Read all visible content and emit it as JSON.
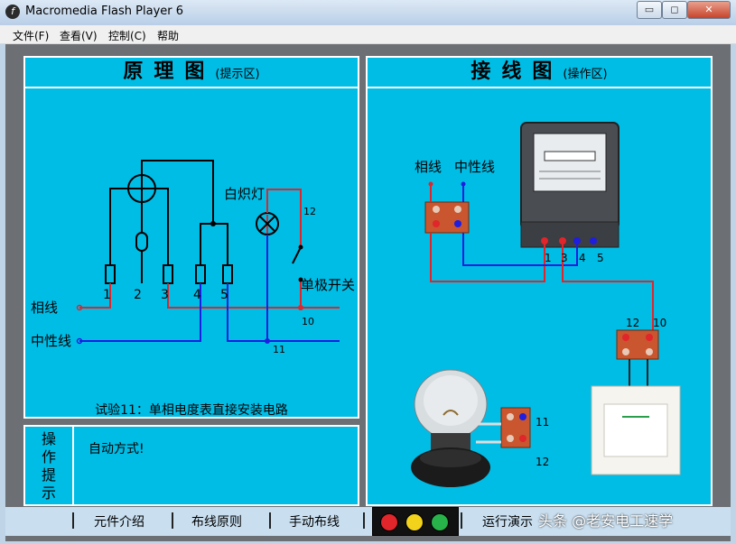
{
  "window": {
    "title": "Macromedia Flash Player 6",
    "minimize": "▭",
    "maximize": "◻",
    "close": "✕"
  },
  "menu": {
    "items": [
      "文件(F)",
      "查看(V)",
      "控制(C)",
      "帮助"
    ]
  },
  "left_panel": {
    "title": "原理图",
    "subtitle": "(提示区)",
    "labels": {
      "phase": "相线",
      "neutral": "中性线",
      "lamp": "白炽灯",
      "switch": "单极开关",
      "t1": "1",
      "t2": "2",
      "t3": "3",
      "t4": "4",
      "t5": "5",
      "n10": "10",
      "n11": "11",
      "n12": "12"
    },
    "caption": "试验11：单相电度表直接安装电路"
  },
  "right_panel": {
    "title": "接线图",
    "subtitle": "(操作区)",
    "labels": {
      "phase": "相线",
      "neutral": "中性线",
      "m1": "1",
      "m3": "3",
      "m4": "4",
      "m5": "5",
      "n10": "10",
      "n11": "11",
      "n12": "12",
      "n12b": "12"
    }
  },
  "hint": {
    "label": "操作提示",
    "text": "自动方式!"
  },
  "bottom": {
    "buttons": [
      "元件介绍",
      "布线原则",
      "手动布线",
      "运行演示"
    ],
    "watermark": "头条 @老安电工速学"
  },
  "colors": {
    "panel": "#00bde6",
    "phase_wire": "#e0252b",
    "neutral_wire": "#1e1ee0",
    "black_wire": "#000000"
  }
}
